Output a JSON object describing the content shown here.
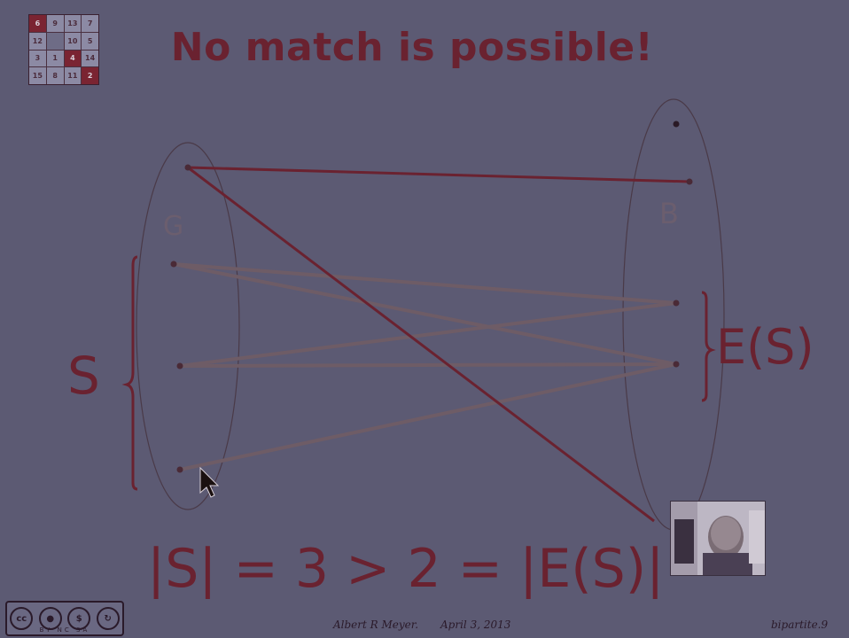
{
  "slide": {
    "title": "No match is possible!",
    "puzzle_cells": [
      "6",
      "9",
      "13",
      "7",
      "12",
      "",
      "10",
      "5",
      "3",
      "1",
      "4",
      "14",
      "15",
      "8",
      "11",
      "2"
    ],
    "labels": {
      "G": "G",
      "B": "B",
      "S": "S",
      "ES": "E(S)",
      "equation": "|S| = 3 > 2 = |E(S)|"
    },
    "footer": {
      "author": "Albert R Meyer.",
      "date": "April 3, 2013",
      "slide_id": "bipartite.9"
    },
    "license": {
      "badge": "cc",
      "tags": "BY NC SA"
    }
  },
  "colors": {
    "background": "#5c5a73",
    "red": "#6a2230",
    "gray_edge": "#6e5c66"
  }
}
